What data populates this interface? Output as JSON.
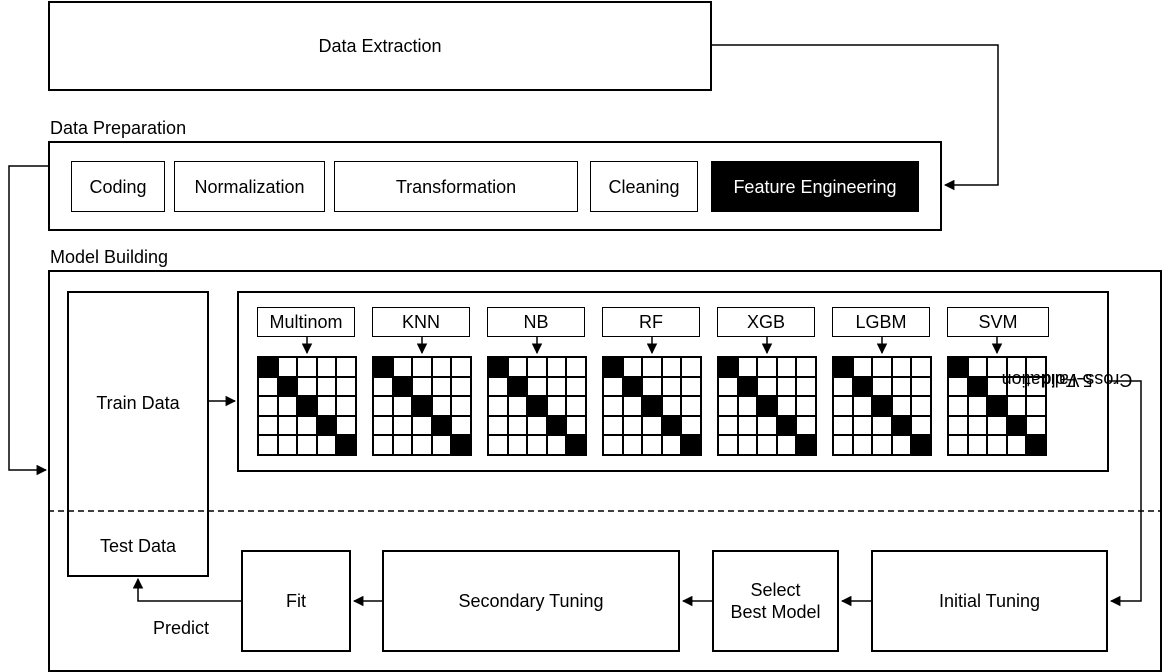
{
  "extraction": {
    "label": "Data Extraction"
  },
  "preparation": {
    "title": "Data Preparation",
    "steps": [
      "Coding",
      "Normalization",
      "Transformation",
      "Cleaning",
      "Feature Engineering"
    ]
  },
  "building": {
    "title": "Model Building",
    "train": "Train Data",
    "test": "Test Data",
    "models": [
      "Multinom",
      "KNN",
      "NB",
      "RF",
      "XGB",
      "LGBM",
      "SVM"
    ],
    "cv_line1": "5-Fold",
    "cv_line2": "Cross-Validation",
    "initial_tuning": "Initial Tuning",
    "select_line1": "Select",
    "select_line2": "Best Model",
    "secondary_tuning": "Secondary Tuning",
    "fit": "Fit",
    "predict": "Predict"
  }
}
